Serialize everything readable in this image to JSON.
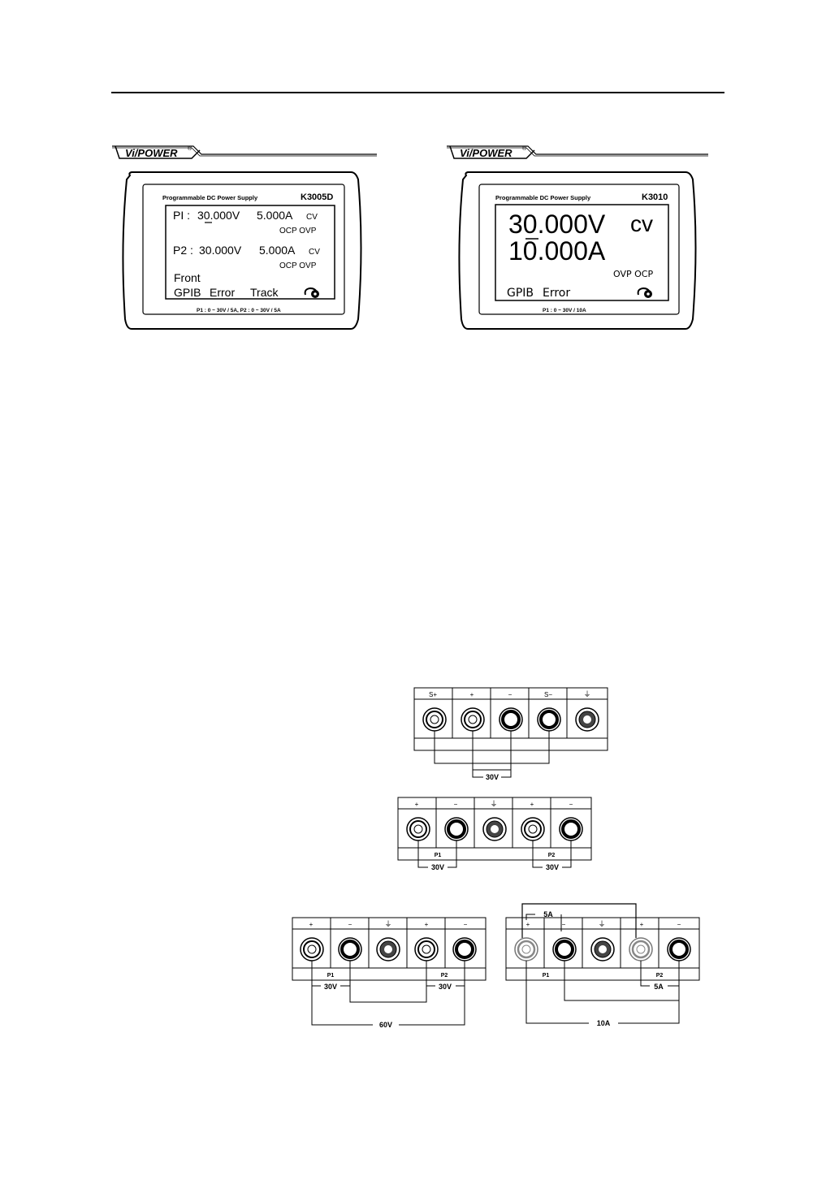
{
  "panels": [
    {
      "brand": "Vi/POWER",
      "reg": "®",
      "header_left": "Programmable DC Power Supply",
      "model": "K3005D",
      "lines": {
        "p1_label": "PI :",
        "p1_volt": "30.000V",
        "p1_amp": "5.000A",
        "p1_mode": "CV",
        "p1_prot": "OCP OVP",
        "p2_label": "P2 :",
        "p2_volt": "30.000V",
        "p2_amp": "5.000A",
        "p2_mode": "CV",
        "p2_prot": "OCP OVP",
        "front": "Front",
        "gpib": "GPIB",
        "error": "Error",
        "track": "Track"
      },
      "footer": "P1 : 0 ~ 30V / 5A, P2 : 0 ~ 30V / 5A"
    },
    {
      "brand": "Vi/POWER",
      "reg": "®",
      "header_left": "Programmable DC Power Supply",
      "model": "K3010",
      "lines": {
        "volt": "30.000V",
        "mode": "cv",
        "amp": "10.000A",
        "prot": "OVP OCP",
        "gpib": "GPIB",
        "error": "Error"
      },
      "footer": "P1 : 0 ~ 30V / 10A"
    }
  ],
  "terminal_diagrams": [
    {
      "id": "remote-sense",
      "headers": [
        "S+",
        "+",
        "−",
        "S−",
        "⏚"
      ],
      "annotations": [
        "30V"
      ]
    },
    {
      "id": "independent",
      "headers": [
        "+",
        "−",
        "⏚",
        "+",
        "−"
      ],
      "channels": [
        "P1",
        "P2"
      ],
      "annotations": [
        "30V",
        "30V"
      ]
    },
    {
      "id": "series",
      "headers": [
        "+",
        "−",
        "⏚",
        "+",
        "−"
      ],
      "channels": [
        "P1",
        "P2"
      ],
      "annotations": [
        "30V",
        "30V",
        "60V"
      ]
    },
    {
      "id": "parallel",
      "headers": [
        "+",
        "−",
        "⏚",
        "+",
        "−"
      ],
      "channels": [
        "P1",
        "P2"
      ],
      "annotations": [
        "5A",
        "5A",
        "10A"
      ]
    }
  ]
}
